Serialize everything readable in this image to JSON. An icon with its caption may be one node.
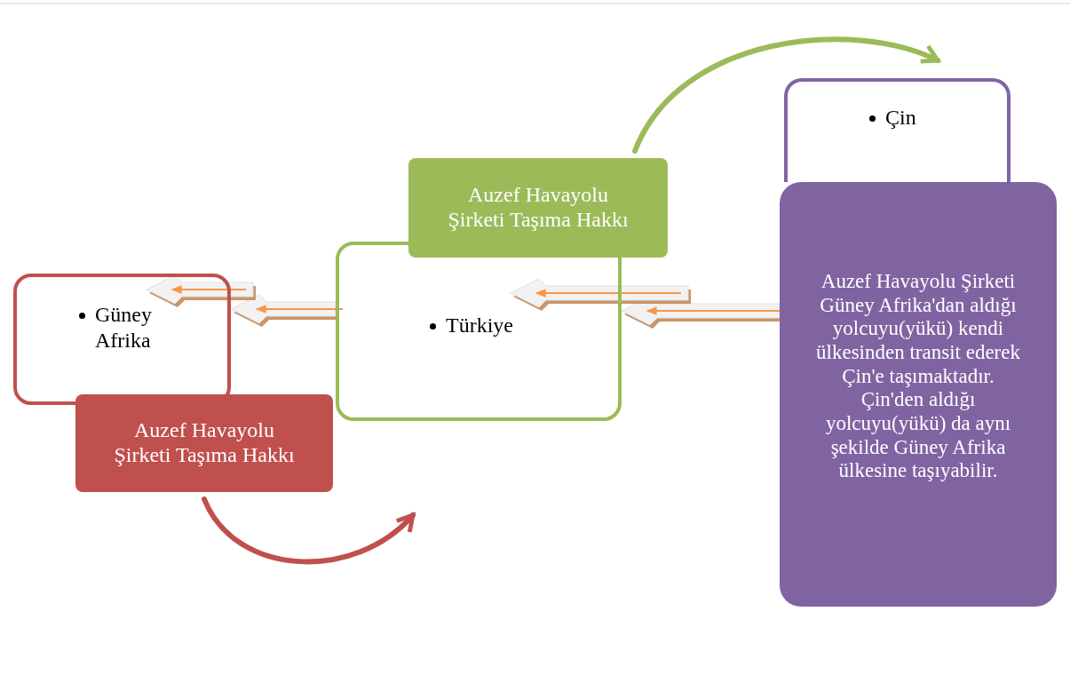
{
  "diagram": {
    "nodes": [
      {
        "text": [
          "Güney Afrika"
        ]
      },
      {
        "text": [
          "Auzef Havayolu Şirketi Taşıma Hakkı"
        ]
      },
      {
        "text": [
          "Türkiye"
        ]
      },
      {
        "text": [
          "Auzef Havayolu Şirketi Taşıma Hakkı"
        ]
      },
      {
        "text": [
          "Çin"
        ]
      },
      {
        "text": [
          "Auzef Havayolu Şirketi Güney Afrika'dan aldığı yolcuyu(yükü) kendi ülkesinden transit ederek Çin'e taşımaktadır. Çin'den aldığı yolcuyu(yükü) da aynı şekilde Güney Afrika ülkesine taşıyabilir."
        ]
      }
    ],
    "edges": [
      {
        "from": 1,
        "to": null,
        "arrow": "to",
        "style": "thick",
        "color": "#c0504d"
      },
      {
        "from": 3,
        "to": 4,
        "arrow": "to",
        "style": "thick",
        "color": "#9bbb59"
      },
      {
        "from": 5,
        "to": 2,
        "arrow": "to"
      },
      {
        "from": 2,
        "to": 0,
        "arrow": "to"
      }
    ]
  }
}
